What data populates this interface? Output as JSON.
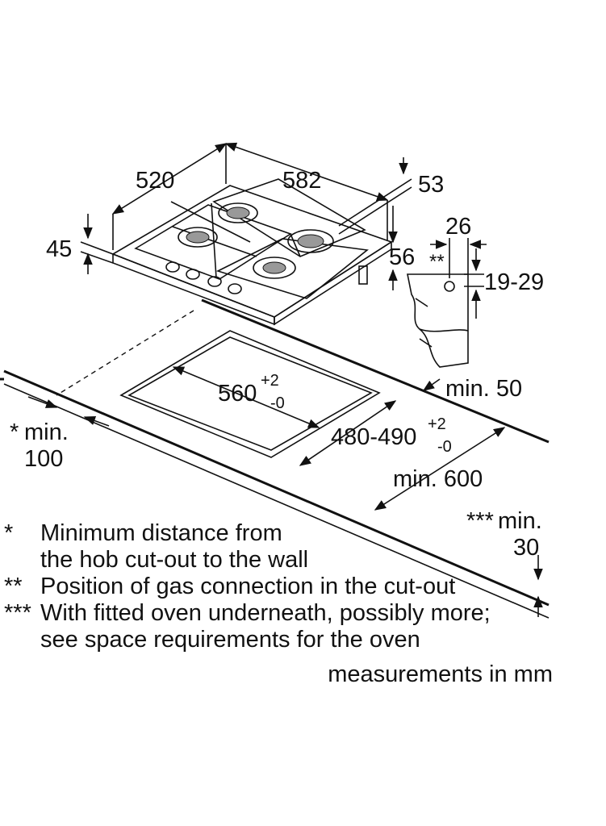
{
  "labels": {
    "width_520": "520",
    "depth_582": "582",
    "height_53": "53",
    "height_45": "45",
    "offset_56": "56",
    "gas_26": "26",
    "gas_marker": "**",
    "gas_19_29": "19-29",
    "cutout_width": "560",
    "cutout_width_tol_plus": "+2",
    "cutout_width_tol_minus": "-0",
    "cutout_depth": "480-490",
    "cutout_depth_tol_plus": "+2",
    "cutout_depth_tol_minus": "-0",
    "min_50": "min. 50",
    "min_600": "min. 600",
    "wall_marker": "*",
    "min_100_a": "min.",
    "min_100_b": "100",
    "oven_marker": "***",
    "min_30_a": "min.",
    "min_30_b": "30"
  },
  "notes": [
    {
      "mark": "*",
      "lines": [
        "Minimum distance from",
        "the hob cut-out to the wall"
      ]
    },
    {
      "mark": "**",
      "lines": [
        "Position of gas connection in the cut-out"
      ]
    },
    {
      "mark": "***",
      "lines": [
        "With fitted oven underneath, possibly more;",
        "see space requirements for the oven"
      ]
    }
  ],
  "unit_note": "measurements in mm"
}
